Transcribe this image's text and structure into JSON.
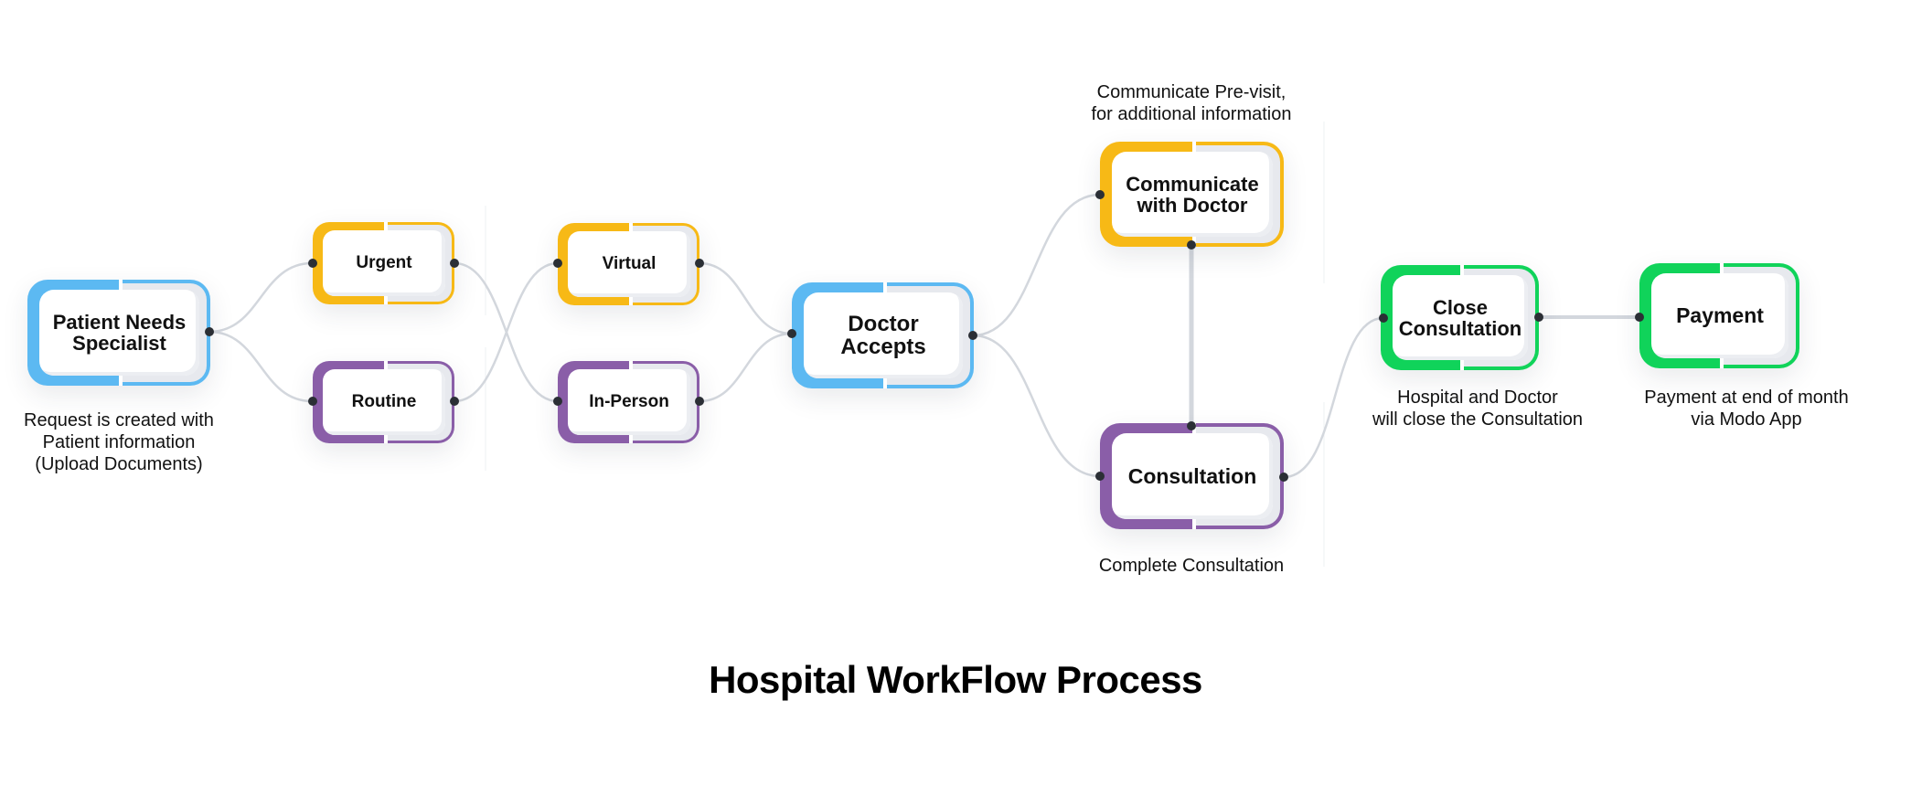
{
  "title": "Hospital WorkFlow Process",
  "colors": {
    "blue": "#5cb9f2",
    "yellow": "#f7b916",
    "purple": "#8a5ea8",
    "green": "#10d35a",
    "connector": "#d3d7dd",
    "dot": "#2b2f35"
  },
  "nodes": {
    "patient": {
      "label": "Patient Needs\nSpecialist",
      "color": "blue",
      "caption": "Request is created with\nPatient information\n(Upload Documents)"
    },
    "urgent": {
      "label": "Urgent",
      "color": "yellow"
    },
    "routine": {
      "label": "Routine",
      "color": "purple"
    },
    "virtual": {
      "label": "Virtual",
      "color": "yellow"
    },
    "in_person": {
      "label": "In-Person",
      "color": "purple"
    },
    "doctor_accepts": {
      "label": "Doctor\nAccepts",
      "color": "blue"
    },
    "communicate": {
      "label": "Communicate\nwith Doctor",
      "color": "yellow",
      "caption": "Communicate Pre-visit,\nfor additional information"
    },
    "consultation": {
      "label": "Consultation",
      "color": "purple",
      "caption": "Complete Consultation"
    },
    "close": {
      "label": "Close\nConsultation",
      "color": "green",
      "caption": "Hospital and Doctor\nwill close the Consultation"
    },
    "payment": {
      "label": "Payment",
      "color": "green",
      "caption": "Payment at end of month\nvia Modo App"
    }
  },
  "edges": [
    [
      "patient",
      "urgent"
    ],
    [
      "patient",
      "routine"
    ],
    [
      "urgent",
      "in_person"
    ],
    [
      "routine",
      "virtual"
    ],
    [
      "virtual",
      "doctor_accepts"
    ],
    [
      "in_person",
      "doctor_accepts"
    ],
    [
      "doctor_accepts",
      "communicate"
    ],
    [
      "doctor_accepts",
      "consultation"
    ],
    [
      "communicate",
      "consultation"
    ],
    [
      "consultation",
      "close"
    ],
    [
      "close",
      "payment"
    ]
  ]
}
